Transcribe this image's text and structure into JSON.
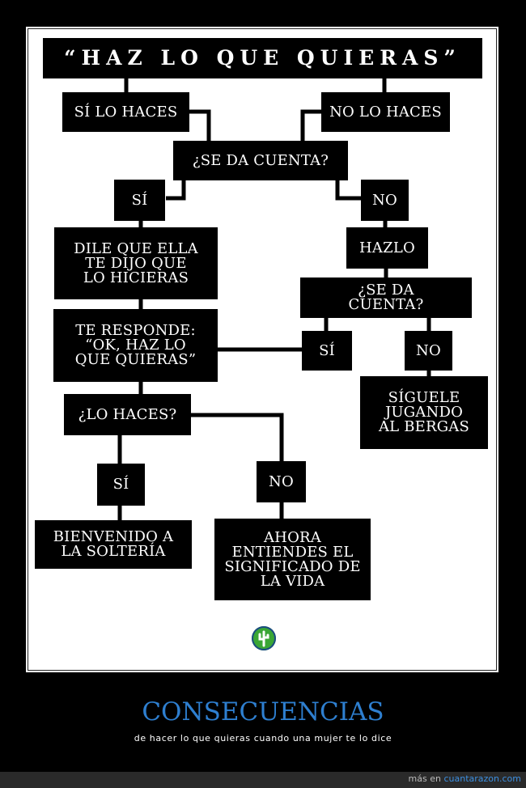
{
  "flowchart": {
    "title": "“HAZ LO QUE QUIERAS”",
    "nodes": {
      "si_lo_haces": "SÍ LO HACES",
      "no_lo_haces": "NO LO HACES",
      "se_da_cuenta_1": "¿SE DA CUENTA?",
      "si_1": "SÍ",
      "no_1": "NO",
      "dile": "DILE QUE ELLA\nTE DIJO QUE\nLO HICIERAS",
      "hazlo": "HAZLO",
      "se_da_cuenta_2": "¿SE DA\nCUENTA?",
      "te_responde": "TE RESPONDE:\n“OK, HAZ LO\nQUE QUIERAS”",
      "si_2": "SÍ",
      "no_2": "NO",
      "siguele": "SÍGUELE\nJUGANDO\nAL BERGAS",
      "lo_haces": "¿LO HACES?",
      "si_3": "SÍ",
      "no_3": "NO",
      "bienvenido": "BIENVENIDO A\nLA SOLTERÍA",
      "ahora": "AHORA\nENTIENDES EL\nSIGNIFICADO DE\nLA VIDA"
    }
  },
  "logo": {
    "icon": "cactus-icon",
    "color": "#3aa635"
  },
  "caption": {
    "title": "CONSECUENCIAS",
    "subtitle": "de hacer lo que quieras cuando una mujer te lo dice"
  },
  "footer": {
    "prefix": "más en",
    "site": "cuantarazon.com"
  },
  "colors": {
    "accent": "#2e7fd0",
    "link": "#3d8fe0"
  }
}
